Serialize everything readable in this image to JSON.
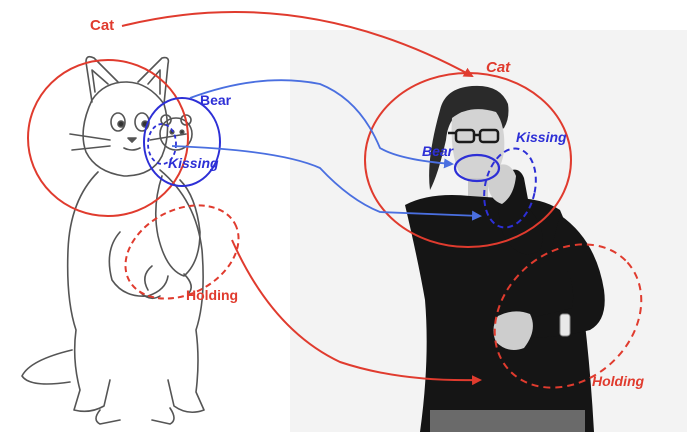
{
  "labels": {
    "cat_left": "Cat",
    "cat_right": "Cat",
    "bear_left": "Bear",
    "bear_right": "Bear",
    "kissing_left": "Kissing",
    "kissing_right": "Kissing",
    "holding_left": "Holding",
    "holding_right": "Holding"
  },
  "colors": {
    "red": "#e03b2e",
    "blue": "#2d2fd6",
    "arrow_blue": "#4a6fe0",
    "line_art": "#555555",
    "photo_bg": "#f2f2f2",
    "sweater": "#141414",
    "skin": "#c9c9c9",
    "pants": "#6a6a6a"
  },
  "panels": {
    "left": "cartoon-cat-holding-bear-drawing",
    "right": "grayscale-photo-person-signing"
  }
}
